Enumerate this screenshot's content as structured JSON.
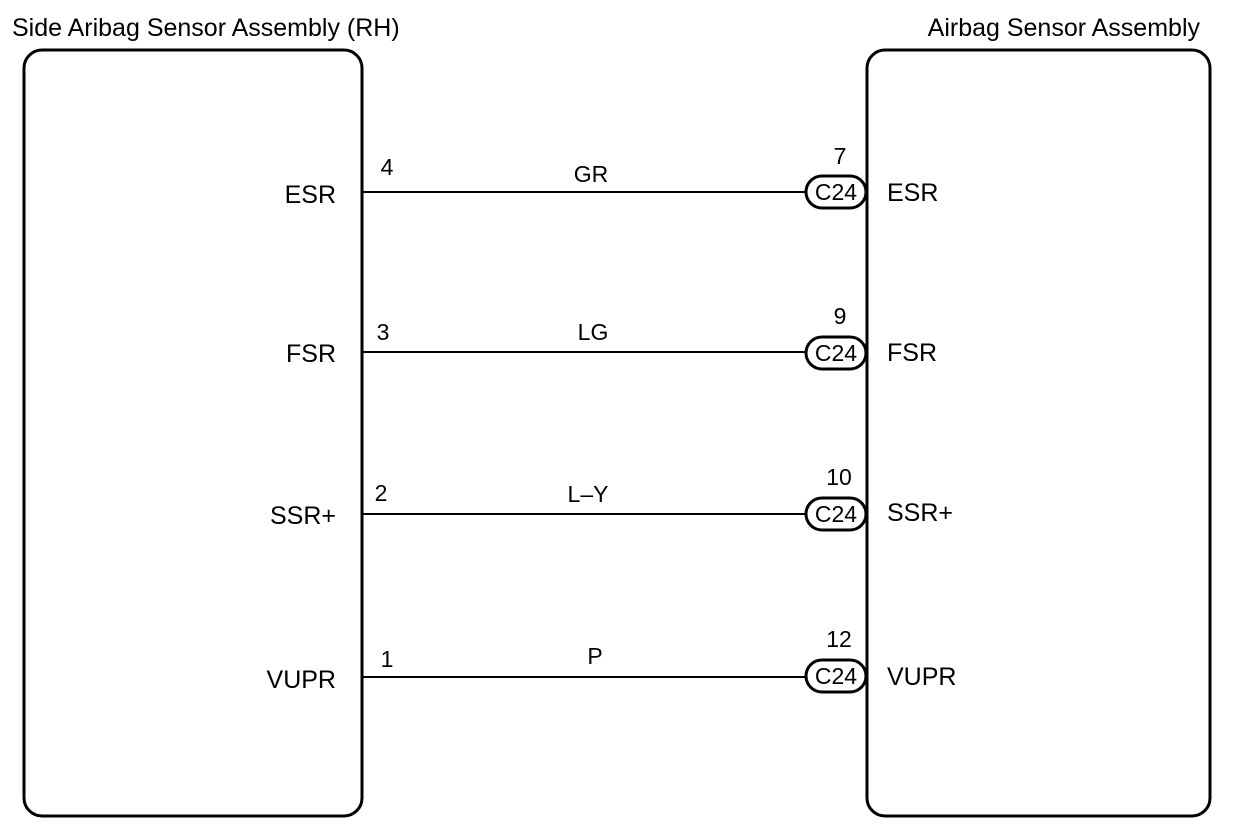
{
  "left_component": {
    "title": "Side Aribag Sensor Assembly (RH)",
    "pins": [
      {
        "name": "ESR",
        "number": "4"
      },
      {
        "name": "FSR",
        "number": "3"
      },
      {
        "name": "SSR+",
        "number": "2"
      },
      {
        "name": "VUPR",
        "number": "1"
      }
    ]
  },
  "right_component": {
    "title": "Airbag Sensor Assembly",
    "connector": "C24",
    "pins": [
      {
        "name": "ESR",
        "number": "7"
      },
      {
        "name": "FSR",
        "number": "9"
      },
      {
        "name": "SSR+",
        "number": "10"
      },
      {
        "name": "VUPR",
        "number": "12"
      }
    ]
  },
  "wires": [
    {
      "color": "GR"
    },
    {
      "color": "LG"
    },
    {
      "color": "L–Y"
    },
    {
      "color": "P"
    }
  ],
  "colors": {
    "line": "#000000",
    "background": "#ffffff"
  }
}
